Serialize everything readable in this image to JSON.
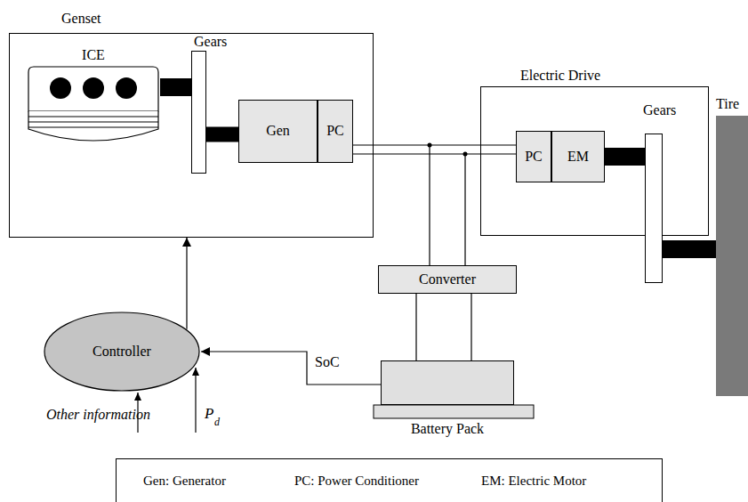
{
  "diagram": {
    "nodes": [
      {
        "text": [
          "Genset"
        ]
      },
      {
        "text": [
          "ICE"
        ],
        "in": 0
      },
      {
        "text": [
          "Gears"
        ],
        "in": 0
      },
      {
        "text": [
          "Gen"
        ],
        "in": 0
      },
      {
        "text": [
          "PC"
        ],
        "in": 0
      },
      {
        "text": [
          "Electric Drive"
        ]
      },
      {
        "text": [
          "PC"
        ],
        "in": 5
      },
      {
        "text": [
          "EM"
        ],
        "in": 5
      },
      {
        "text": [
          "Gears"
        ]
      },
      {
        "text": [
          "Tire"
        ]
      },
      {
        "text": [
          "Converter"
        ]
      },
      {
        "text": [
          "Battery Pack"
        ]
      },
      {
        "text": [
          "Controller"
        ]
      },
      {
        "text": [
          "Gen: Generator",
          "PC: Power Conditioner",
          "EM: Electric Motor"
        ]
      }
    ],
    "edges": [
      {
        "from": 1,
        "to": 2,
        "arrow": "none"
      },
      {
        "from": 2,
        "to": 3,
        "arrow": "none"
      },
      {
        "from": 4,
        "to": 6,
        "arrow": "none"
      },
      {
        "from": 4,
        "to": 10,
        "arrow": "none"
      },
      {
        "from": 10,
        "to": 11,
        "arrow": "none"
      },
      {
        "from": 7,
        "to": 8,
        "arrow": "none"
      },
      {
        "from": 8,
        "to": 9,
        "arrow": "none"
      },
      {
        "from": 11,
        "to": 12,
        "label": "SoC",
        "arrow": "to"
      },
      {
        "from": 12,
        "to": 0,
        "arrow": "to"
      }
    ],
    "labels": [
      "Other information",
      "P",
      "d"
    ]
  }
}
